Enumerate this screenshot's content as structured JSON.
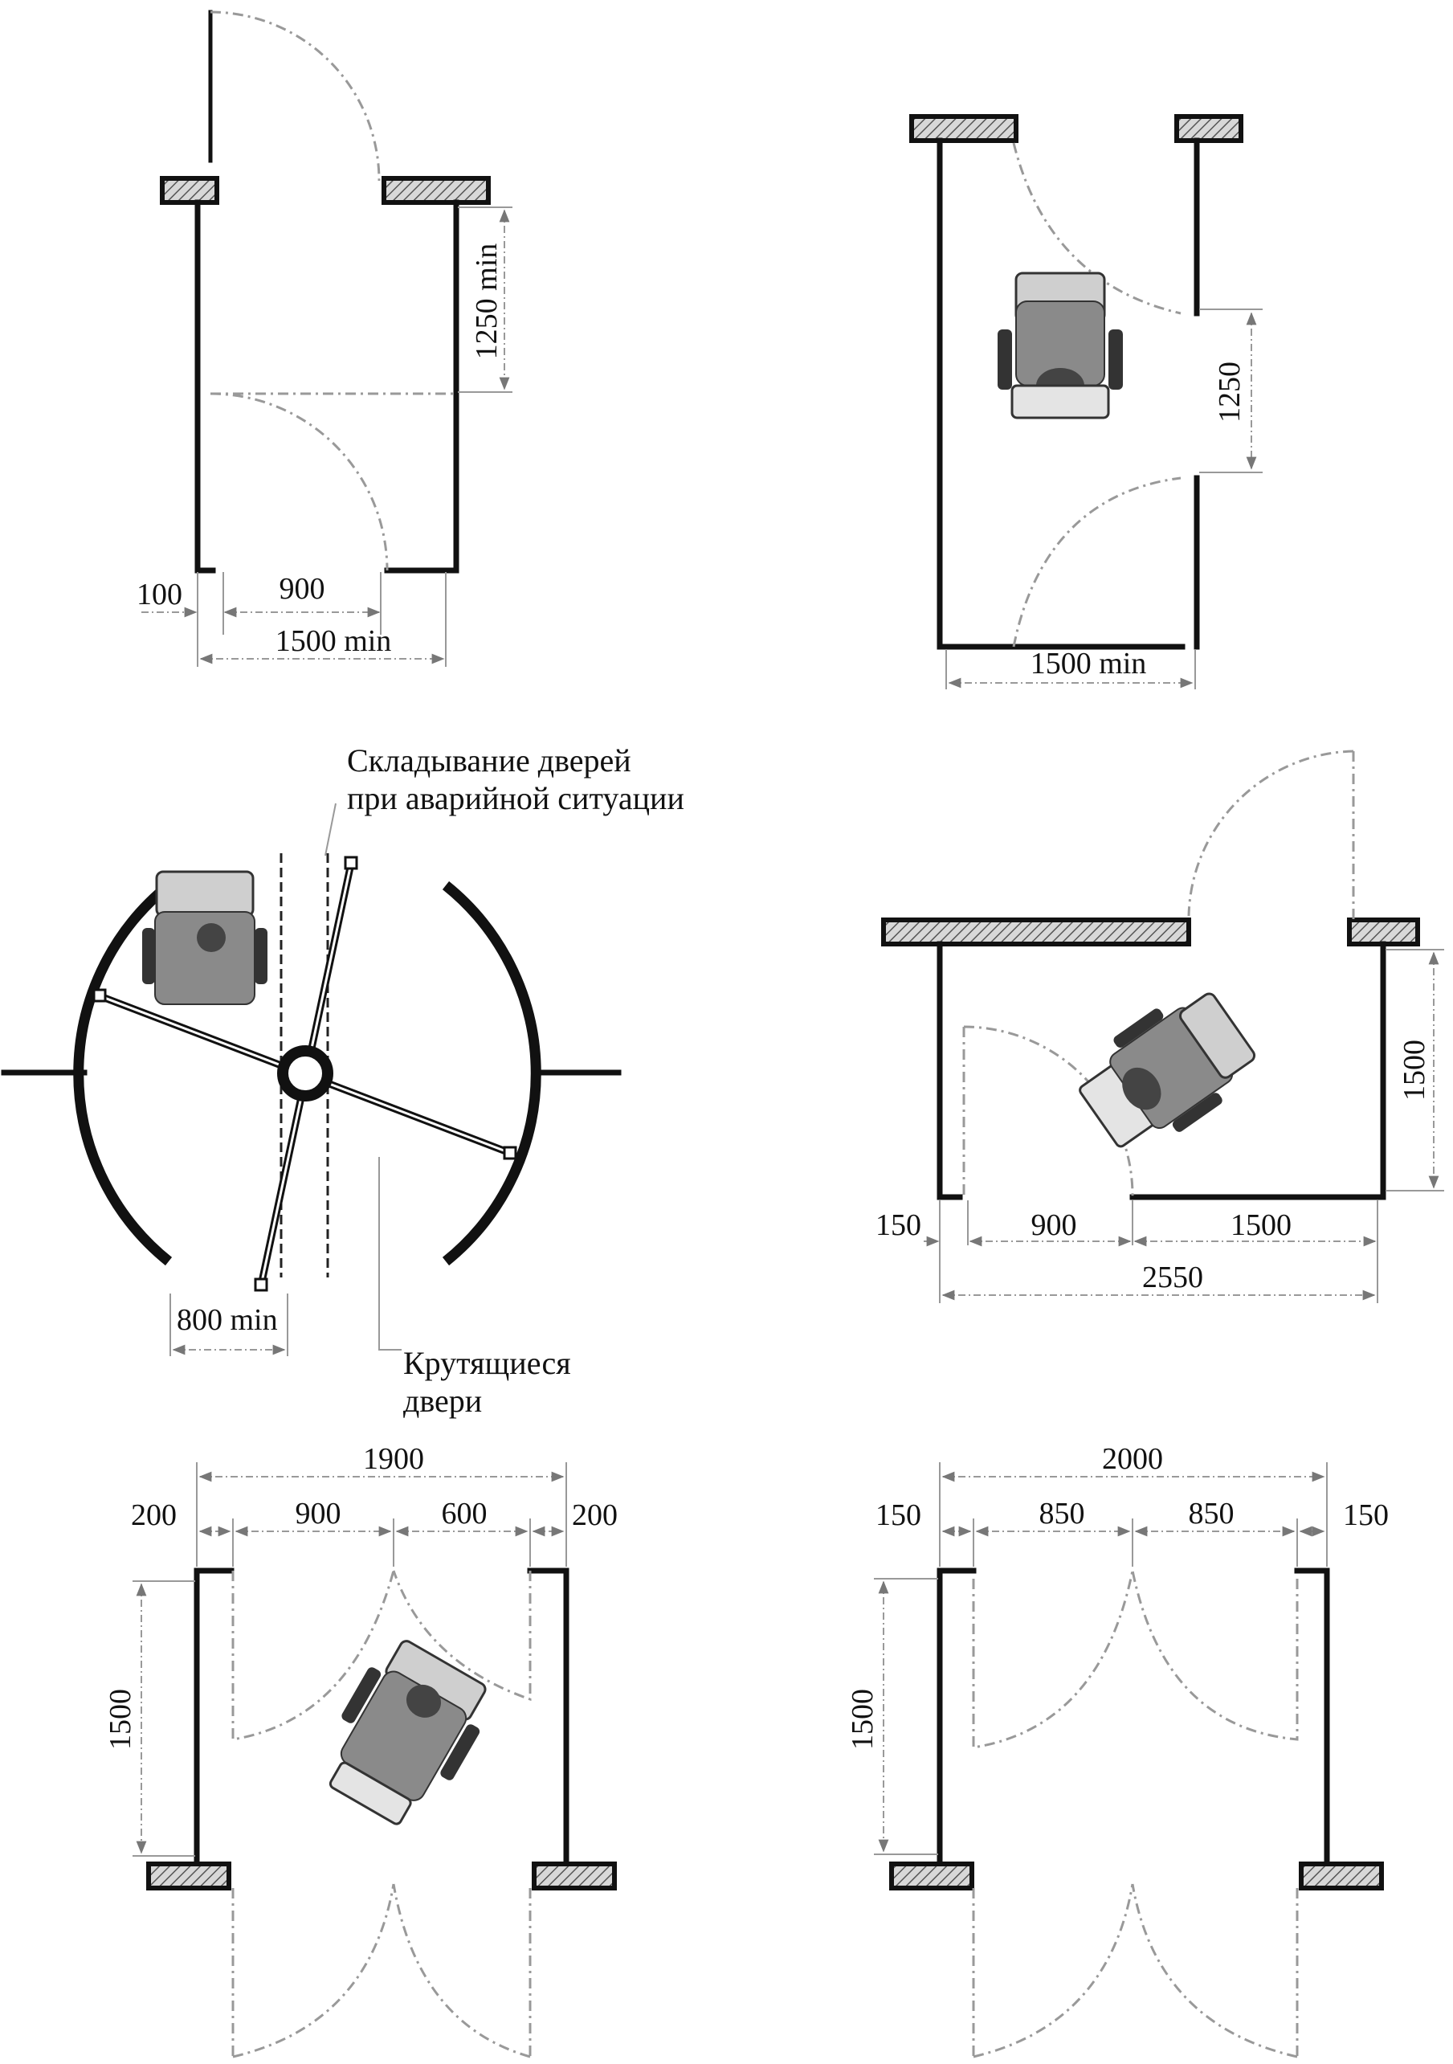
{
  "plans": {
    "top_left": {
      "dim_side": "1250 min",
      "dim_offset": "100",
      "dim_door": "900",
      "dim_width": "1500 min"
    },
    "top_right": {
      "dim_side": "1250",
      "dim_width": "1500 min"
    },
    "revolving": {
      "label_fold_line1": "Складывание дверей",
      "label_fold_line2": "при аварийной ситуации",
      "dim_opening": "800 min",
      "label_rotating_line1": "Крутящиеся",
      "label_rotating_line2": "двери"
    },
    "middle_right": {
      "dim_side": "1500",
      "dim_offset": "150",
      "dim_door": "900",
      "dim_wall": "1500",
      "dim_total": "2550"
    },
    "bottom_left": {
      "dim_total": "1900",
      "dim_left": "200",
      "dim_leaf_a": "900",
      "dim_leaf_b": "600",
      "dim_right": "200",
      "dim_side": "1500"
    },
    "bottom_right": {
      "dim_total": "2000",
      "dim_left": "150",
      "dim_leaf_a": "850",
      "dim_leaf_b": "850",
      "dim_right": "150",
      "dim_side": "1500"
    }
  }
}
